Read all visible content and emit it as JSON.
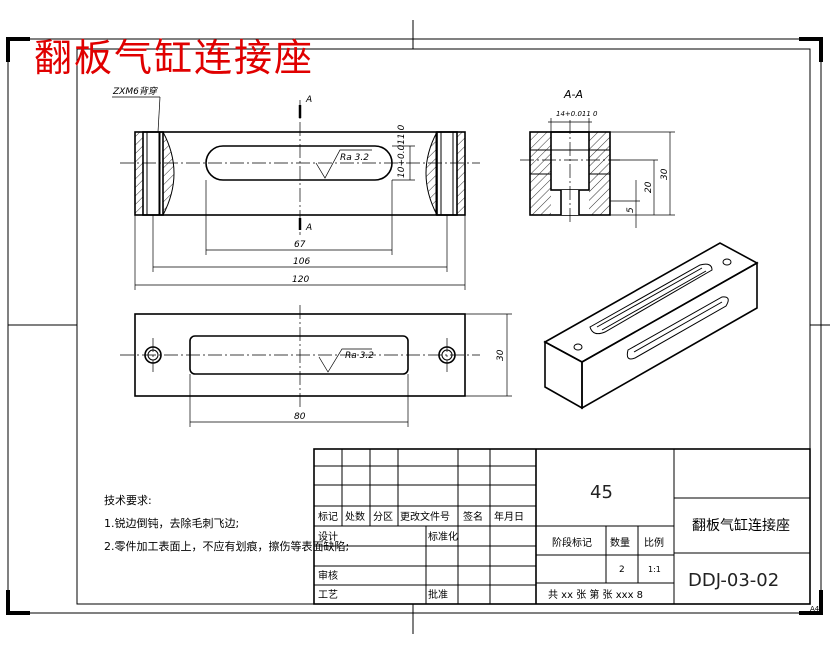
{
  "title_red": "翻板气缸连接座",
  "notes": {
    "heading": "技术要求:",
    "line1": "1.锐边倒钝，去除毛刺飞边;",
    "line2": "2.零件加工表面上，不应有划痕，擦伤等表面缺陷;"
  },
  "front_view": {
    "section_label_top": "A",
    "section_label_bottom": "A",
    "thread_note": "ZXM6背穿",
    "roughness": "Ra 3.2",
    "slot_width": "10+0.011 0",
    "dim_slot": "67",
    "dim_holes": "106",
    "dim_length": "120"
  },
  "section_view": {
    "title": "A-A",
    "dim_top": "14+0.011 0",
    "dim_height": "30",
    "dim_20": "20",
    "dim_5": "5"
  },
  "top_view": {
    "roughness": "Ra 3.2",
    "dim_width": "30",
    "dim_slot": "80"
  },
  "title_block": {
    "material": "45",
    "part_name": "翻板气缸连接座",
    "drawing_no": "DDJ-03-02",
    "col_mark": "标记",
    "col_count": "处数",
    "col_zone": "分区",
    "col_doc": "更改文件号",
    "col_sign": "签名",
    "col_date": "年月日",
    "design": "设计",
    "standard": "标准化",
    "stage": "阶段标记",
    "qty": "数量",
    "scale": "比例",
    "qty_value": "2",
    "scale_value": "1:1",
    "review": "审核",
    "process": "工艺",
    "approve": "批准",
    "sheets": "共 xx 张 第 张 xxx 8"
  },
  "page_number": "A4"
}
